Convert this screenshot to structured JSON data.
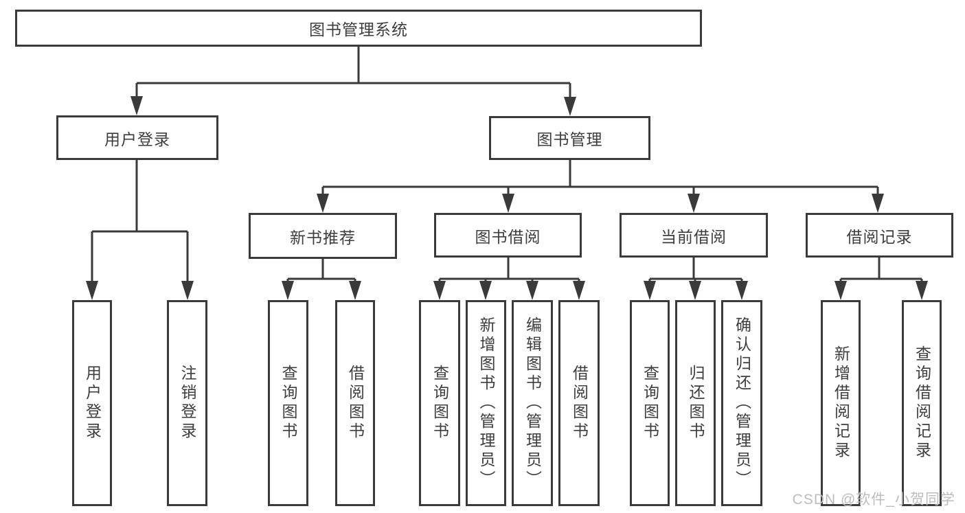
{
  "tree": {
    "root": {
      "label": "图书管理系统"
    },
    "l2": [
      {
        "label": "用户登录",
        "children": [
          {
            "label": "用户登录"
          },
          {
            "label": "注销登录"
          }
        ]
      },
      {
        "label": "图书管理",
        "children": [
          {
            "label": "新书推荐",
            "children": [
              {
                "label": "查询图书"
              },
              {
                "label": "借阅图书"
              }
            ]
          },
          {
            "label": "图书借阅",
            "children": [
              {
                "label": "查询图书"
              },
              {
                "label": "新增图书（管理员）"
              },
              {
                "label": "编辑图书（管理员）"
              },
              {
                "label": "借阅图书"
              }
            ]
          },
          {
            "label": "当前借阅",
            "children": [
              {
                "label": "查询图书"
              },
              {
                "label": "归还图书"
              },
              {
                "label": "确认归还（管理员）"
              }
            ]
          },
          {
            "label": "借阅记录",
            "children": [
              {
                "label": "新增借阅记录"
              },
              {
                "label": "查询借阅记录"
              }
            ]
          }
        ]
      }
    ]
  },
  "watermark": {
    "text": "CSDN @软件_小贺同学"
  },
  "colors": {
    "line": "#3a3a3a",
    "text": "#3d3d3d",
    "watermark": "#bcbcbc",
    "background": "#ffffff"
  }
}
